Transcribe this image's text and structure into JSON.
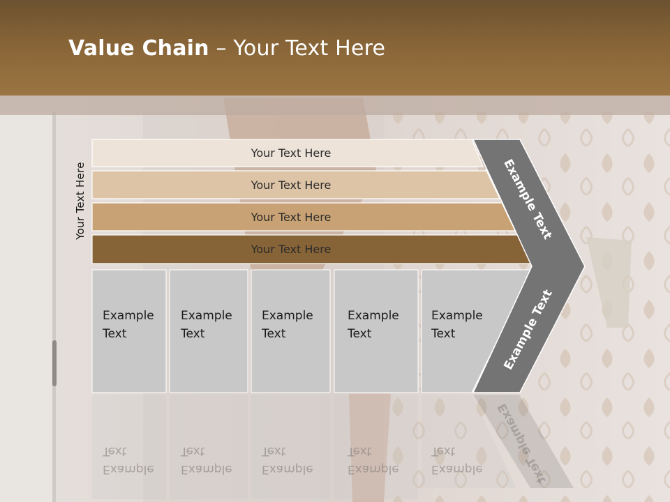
{
  "slide": {
    "title_bold": "Value Chain",
    "title_rest": " – Your Text Here"
  },
  "side_label": "Your Text Here",
  "rows": [
    {
      "label": "Your Text Here",
      "color": "#ede3d8"
    },
    {
      "label": "Your Text Here",
      "color": "#ddc4a6"
    },
    {
      "label": "Your Text Here",
      "color": "#c8a274"
    },
    {
      "label": "Your Text Here",
      "color": "#876438"
    }
  ],
  "boxes": [
    {
      "line1": "Example",
      "line2": "Text"
    },
    {
      "line1": "Example",
      "line2": "Text"
    },
    {
      "line1": "Example",
      "line2": "Text"
    },
    {
      "line1": "Example",
      "line2": "Text"
    },
    {
      "line1": "Example",
      "line2": "Text"
    }
  ],
  "arrow": {
    "upper_label": "Example Text",
    "lower_label": "Example Text"
  },
  "colors": {
    "header": "#876437",
    "box_fill": "#c8c8c8",
    "arrow_fill": "#747474"
  }
}
